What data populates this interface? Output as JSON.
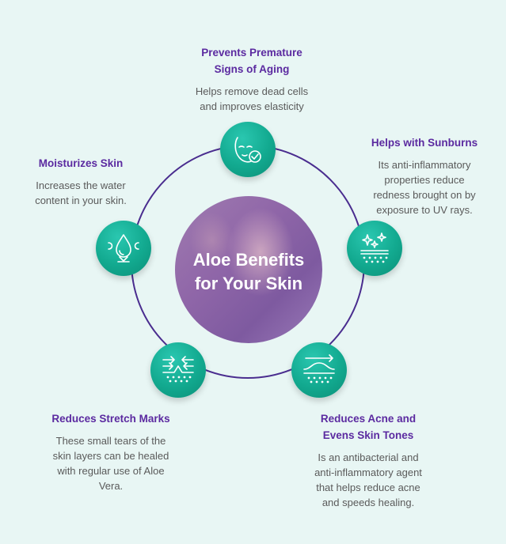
{
  "center": {
    "title": "Aloe Benefits\nfor Your Skin"
  },
  "benefits": [
    {
      "heading": "Prevents Premature\nSigns of Aging",
      "description": "Helps remove dead cells\nand improves elasticity"
    },
    {
      "heading": "Helps with Sunburns",
      "description": "Its anti-inflammatory\nproperties reduce\nredness brought on by\nexposure to UV rays."
    },
    {
      "heading": "Reduces Acne and\nEvens Skin Tones",
      "description": "Is an antibacterial and\nanti-inflammatory agent\nthat helps reduce acne\nand speeds healing."
    },
    {
      "heading": "Reduces Stretch Marks",
      "description": "These small tears of the\nskin layers can be healed\nwith regular use of Aloe\nVera."
    },
    {
      "heading": "Moisturizes Skin",
      "description": "Increases the water\ncontent in your skin."
    }
  ],
  "icons": [
    "face-mask-icon",
    "sunburn-sparkle-icon",
    "skin-wave-icon",
    "stretch-arrows-icon",
    "water-drop-icon"
  ],
  "colors": {
    "accent": "#5b2aa0",
    "node": "#12a98f",
    "ring": "#4a2d8f",
    "background": "#e8f6f4"
  }
}
